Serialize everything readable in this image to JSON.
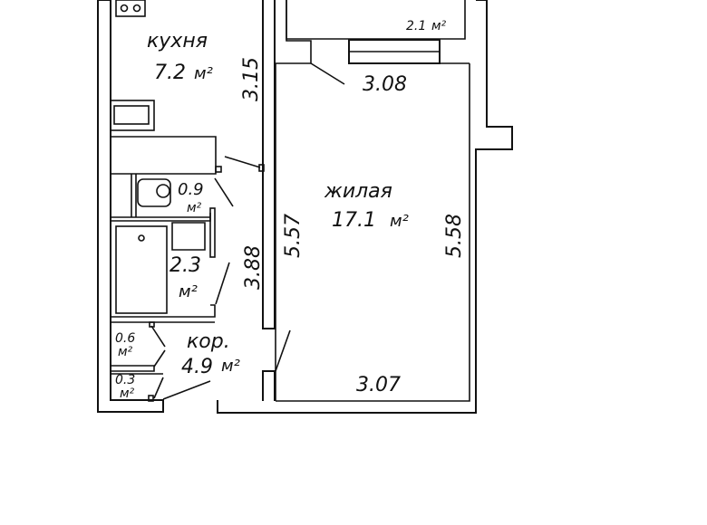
{
  "plan": {
    "kitchen": {
      "name": "кухня",
      "area": "7.2",
      "unit": "м²",
      "length": "3.15"
    },
    "balcony": {
      "area": "2.1",
      "unit": "м²"
    },
    "living": {
      "name": "жилая",
      "area": "17.1",
      "unit": "м²",
      "top": "3.08",
      "left": "5.57",
      "right": "5.58",
      "bottom": "3.07"
    },
    "toilet": {
      "area": "0.9",
      "unit": "м²"
    },
    "bath": {
      "area": "2.3",
      "unit": "м²"
    },
    "corridor_wall": {
      "length": "3.88"
    },
    "closet1": {
      "area": "0.6",
      "unit": "м²"
    },
    "closet2": {
      "area": "0.3",
      "unit": "м²"
    },
    "corridor": {
      "name": "кор.",
      "area": "4.9",
      "unit": "м²"
    }
  }
}
